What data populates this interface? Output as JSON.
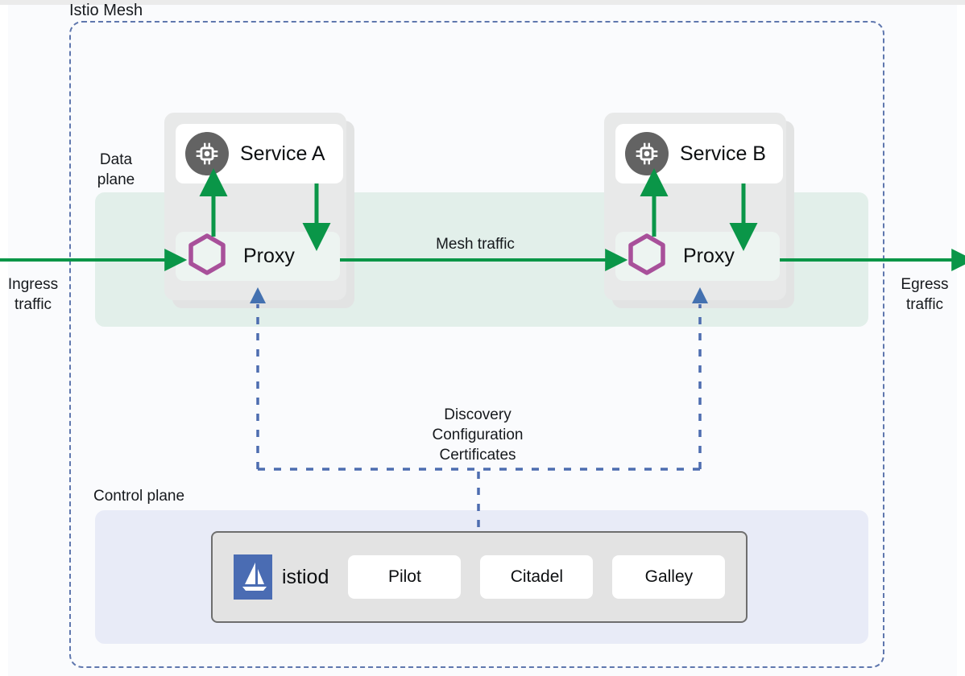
{
  "diagram": {
    "title": "Istio Mesh",
    "boundary_label": "Istio Mesh",
    "planes": {
      "data_plane_label": "Data\nplane",
      "data_plane_line1": "Data",
      "data_plane_line2": "plane",
      "control_plane_label": "Control plane"
    },
    "traffic": {
      "ingress_line1": "Ingress",
      "ingress_line2": "traffic",
      "egress_line1": "Egress",
      "egress_line2": "traffic",
      "mesh_traffic": "Mesh traffic"
    },
    "control_signals": {
      "line1": "Discovery",
      "line2": "Configuration",
      "line3": "Certificates"
    },
    "pods": [
      {
        "id": "pod-a",
        "service_label": "Service A",
        "proxy_label": "Proxy",
        "service_icon": "chip-icon",
        "proxy_icon": "hexagon-icon"
      },
      {
        "id": "pod-b",
        "service_label": "Service B",
        "proxy_label": "Proxy",
        "service_icon": "chip-icon",
        "proxy_icon": "hexagon-icon"
      }
    ],
    "control_plane": {
      "istiod_label": "istiod",
      "istiod_icon": "istio-sail-logo",
      "components": [
        {
          "label": "Pilot"
        },
        {
          "label": "Citadel"
        },
        {
          "label": "Galley"
        }
      ]
    },
    "colors": {
      "mesh_boundary": "#5f77ae",
      "data_plane_band": "#e2efea",
      "control_plane_band": "#e8ebf7",
      "pod_background": "#e8e9e9",
      "traffic_arrow": "#0a9648",
      "proxy_hexagon": "#a8509a",
      "service_icon_circle": "#636363",
      "istiod_logo": "#4a6cb3",
      "istiod_box": "#e3e3e3",
      "canvas": "#fafbfd"
    }
  }
}
